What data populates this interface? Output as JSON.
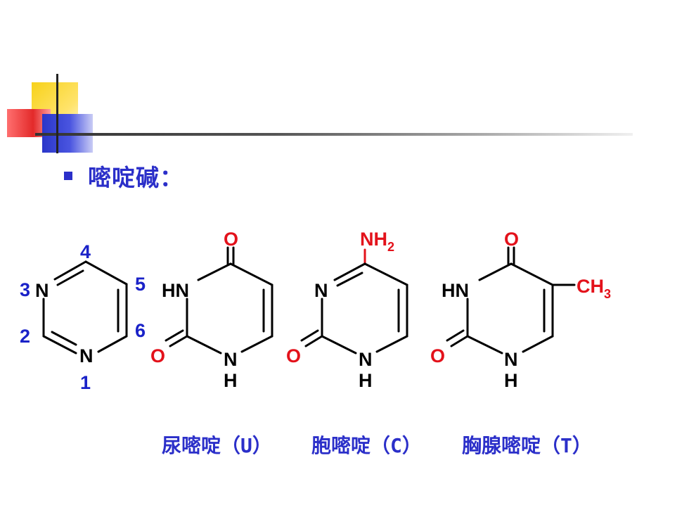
{
  "heading": "嘧啶碱：",
  "pyrimidine": {
    "atoms": {
      "n3": "N",
      "n1": "N"
    },
    "numbers": {
      "p1": "1",
      "p2": "2",
      "p3": "3",
      "p4": "4",
      "p5": "5",
      "p6": "6"
    }
  },
  "uracil": {
    "o_top": "O",
    "hn": "HN",
    "o_left": "O",
    "n": "N",
    "h": "H",
    "caption": "尿嘧啶（U）"
  },
  "cytosine": {
    "nh": "NH",
    "sub": "2",
    "n3": "N",
    "o_left": "O",
    "n": "N",
    "h": "H",
    "caption": "胞嘧啶（C）"
  },
  "thymine": {
    "o_top": "O",
    "hn": "HN",
    "ch": "CH",
    "sub": "3",
    "o_left": "O",
    "n": "N",
    "h": "H",
    "caption": "胸腺嘧啶（T）"
  },
  "colors": {
    "accent": "#2b2fc9",
    "heteroatom": "#e3121b",
    "numbering": "#1a22c8"
  }
}
